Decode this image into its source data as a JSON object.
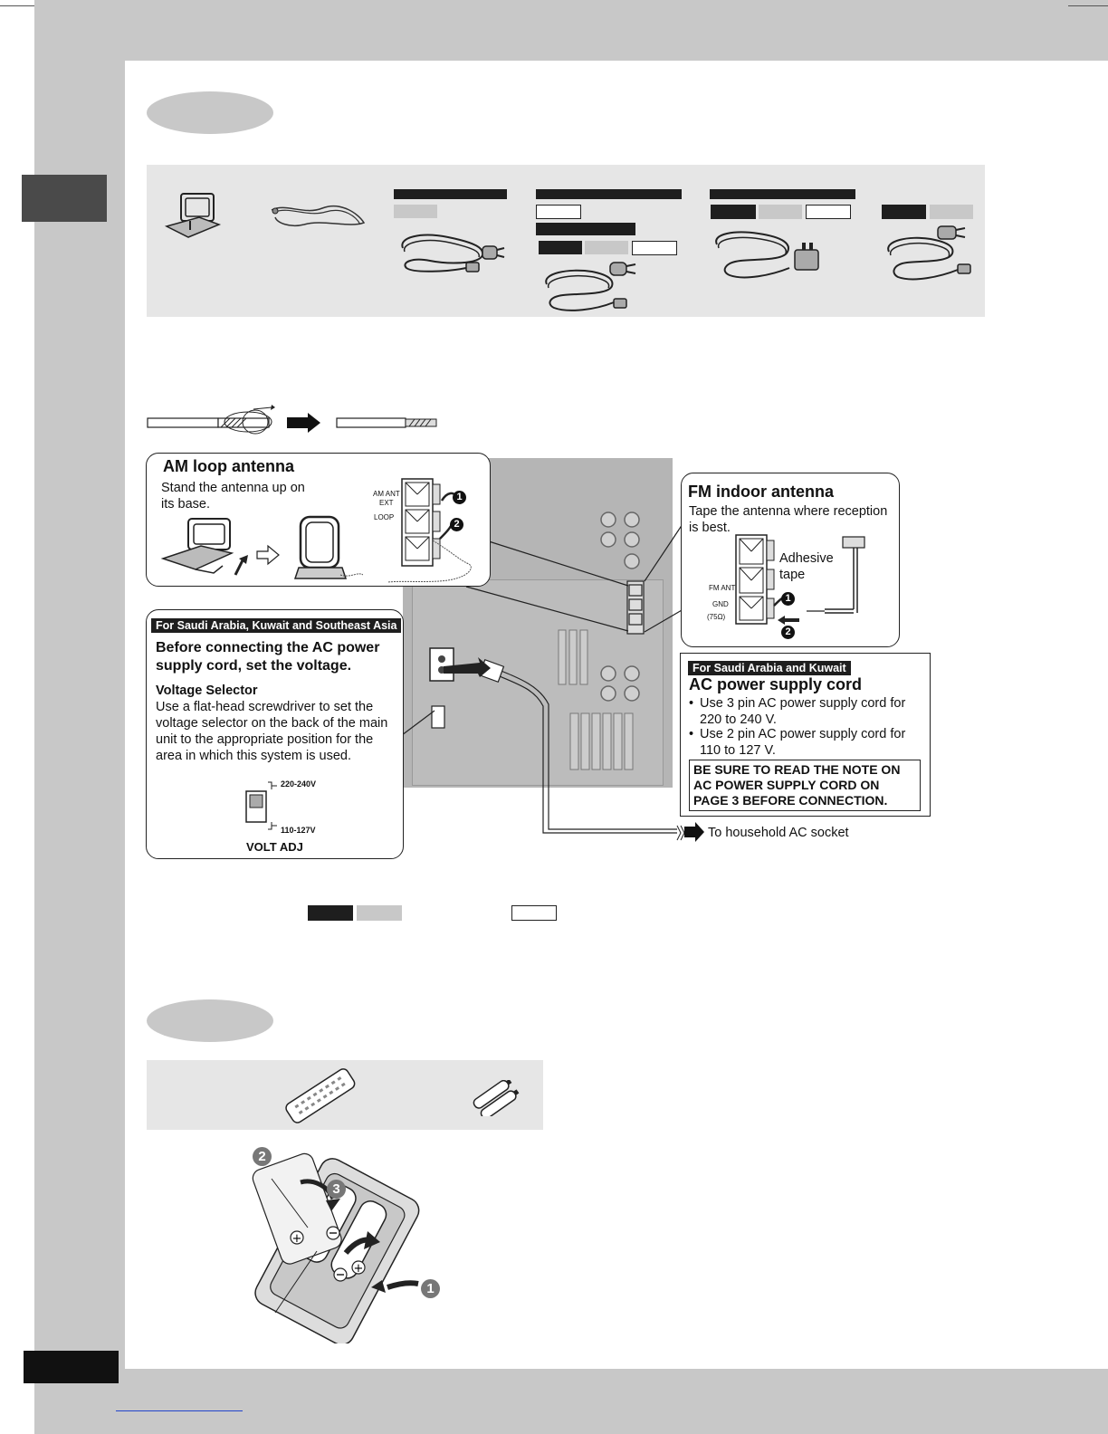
{
  "am_loop": {
    "title": "AM loop antenna",
    "text": "Stand the antenna up on its base.",
    "label_am_ant": "AM ANT",
    "label_ext": "EXT",
    "label_loop": "LOOP"
  },
  "fm_indoor": {
    "title": "FM indoor antenna",
    "text": "Tape the antenna where reception is best.",
    "adhesive": "Adhesive tape",
    "label_fm_ant": "FM ANT",
    "label_gnd": "GND",
    "label_75": "(75Ω)"
  },
  "voltage_box": {
    "tag": "For Saudi Arabia, Kuwait and Southeast Asia",
    "heading": "Before connecting the AC power supply cord, set the voltage.",
    "sub_heading": "Voltage Selector",
    "body": "Use a flat-head screwdriver to set the voltage selector on the back of the main unit to the appropriate position for the area in which this system is used.",
    "label_high": "220-240V",
    "label_low": "110-127V",
    "caption": "VOLT ADJ"
  },
  "ac_cord_box": {
    "tag": "For Saudi Arabia and Kuwait",
    "title": "AC power supply cord",
    "bullet1": "Use 3 pin AC power supply cord for 220 to 240 V.",
    "bullet2": "Use 2 pin AC power supply cord for 110 to 127 V.",
    "warning": "BE SURE TO READ THE NOTE ON AC POWER SUPPLY CORD ON PAGE 3 BEFORE CONNECTION."
  },
  "socket_label": "To household AC socket",
  "step_numbers": [
    "1",
    "2",
    "3"
  ],
  "colors": {
    "page_gray": "#c8c8c8",
    "panel_gray": "#e6e6e6",
    "dark_tab": "#4a4a4a",
    "black": "#1e1e1e"
  }
}
